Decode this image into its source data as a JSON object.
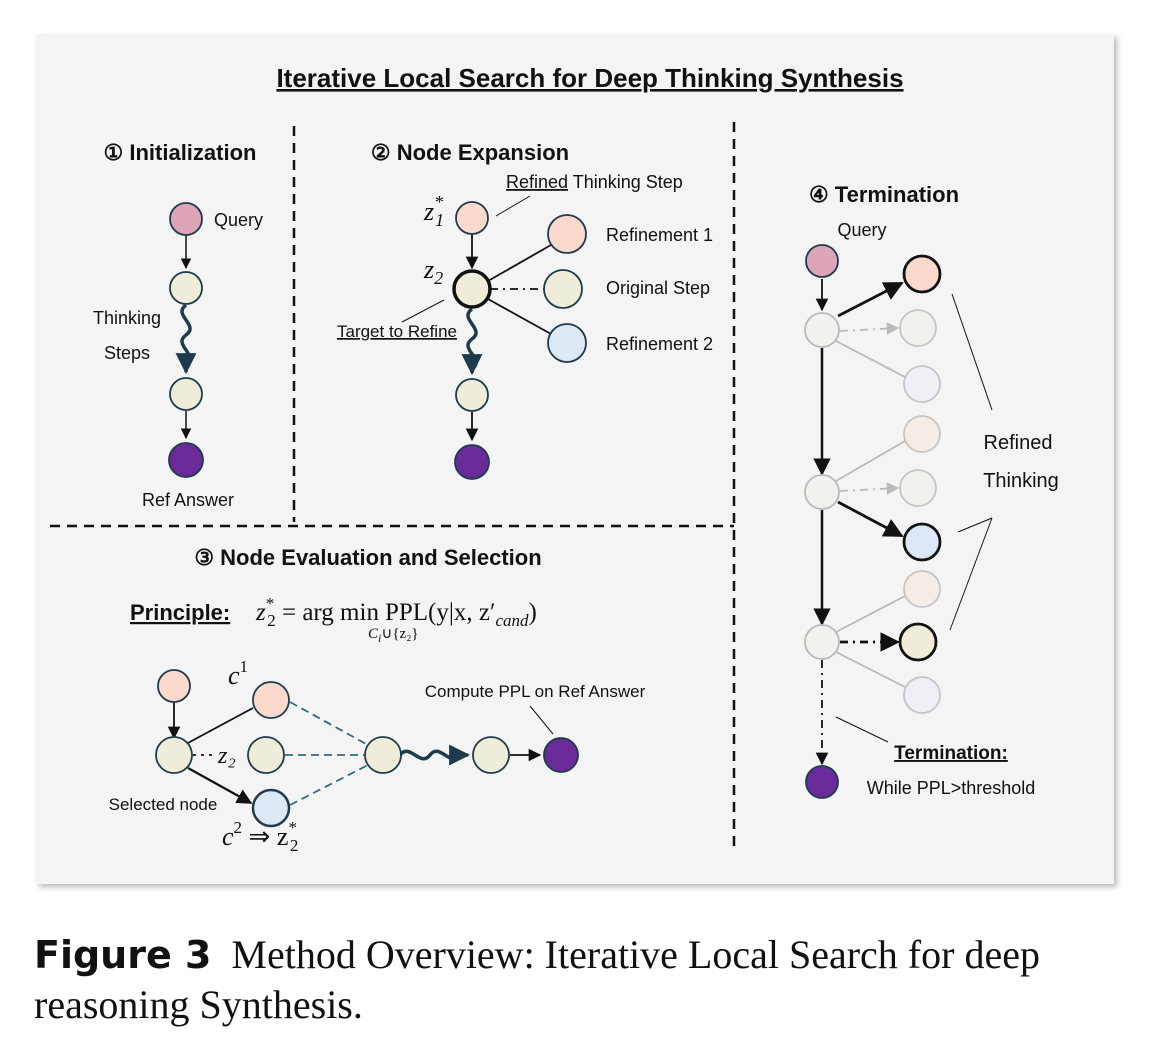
{
  "title": "Iterative Local Search for Deep Thinking Synthesis",
  "sections": {
    "init": {
      "label": "① Initialization",
      "query": "Query",
      "thinking_1": "Thinking",
      "thinking_2": "Steps",
      "ref_answer": "Ref Answer"
    },
    "expand": {
      "label": "② Node Expansion",
      "refined": "Refined",
      "thinking_step": " Thinking Step",
      "z1": "z",
      "z1_sup": "*",
      "z1_sub": "1",
      "z2": "z",
      "z2_sub": "2",
      "target": "Target to Refine",
      "refinement_1": "Refinement 1",
      "original_step": "Original Step",
      "refinement_2": "Refinement 2"
    },
    "eval": {
      "label": "③ Node Evaluation and Selection",
      "principle": "Principle:",
      "formula_lhs": "z",
      "formula_sup": "*",
      "formula_sub": "2",
      "formula_eq": " = arg min",
      "formula_under": "C",
      "formula_under_i": "i",
      "formula_under_rest": "∪{z₂}",
      "formula_rhs": "PPL(y|x, z′",
      "formula_rhs_sub": "cand",
      "formula_close": ")",
      "c1": "c",
      "c1_sup": "1",
      "z2": "z₂",
      "c2": "c",
      "c2_sup": "2",
      "arrow": " ⇒ z",
      "arrow_sup": "*",
      "arrow_sub": "2",
      "compute": "Compute PPL on Ref Answer",
      "selected": "Selected node"
    },
    "term": {
      "label": "④ Termination",
      "query": "Query",
      "refined_1": "Refined",
      "refined_2": "Thinking",
      "termination": "Termination:",
      "condition": "While PPL>threshold"
    }
  },
  "caption": {
    "label": "Figure 3",
    "text": "Method Overview: Iterative Local Search for deep reasoning Synthesis."
  },
  "colors": {
    "panel": "#f4f4f4",
    "query": "#dca6b6",
    "step": "#f0ecda",
    "answer": "#6a2a9a",
    "refine1": "#fbd9cc",
    "refine2": "#dde8f6",
    "dashed_teal": "#2e6b82",
    "faded": "#b9b9b9"
  }
}
